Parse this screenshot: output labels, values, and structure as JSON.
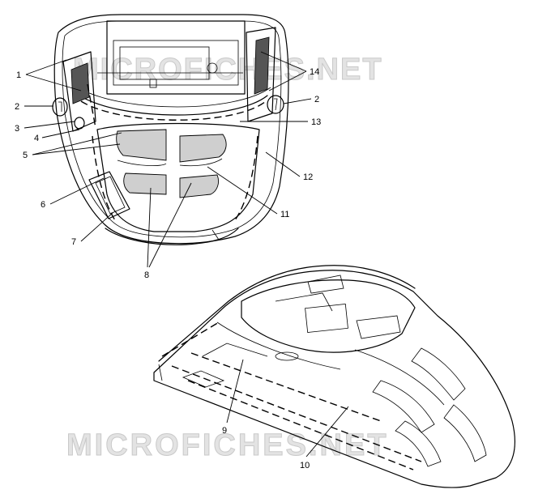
{
  "watermarks": [
    "MICROFICHES.NET",
    "MICROFICHES.NET"
  ],
  "callouts": {
    "c1": "1",
    "c2a": "2",
    "c2b": "2",
    "c3": "3",
    "c4": "4",
    "c5": "5",
    "c6": "6",
    "c7": "7",
    "c8": "8",
    "c9": "9",
    "c10": "10",
    "c11": "11",
    "c12": "12",
    "c13": "13",
    "c14": "14"
  }
}
